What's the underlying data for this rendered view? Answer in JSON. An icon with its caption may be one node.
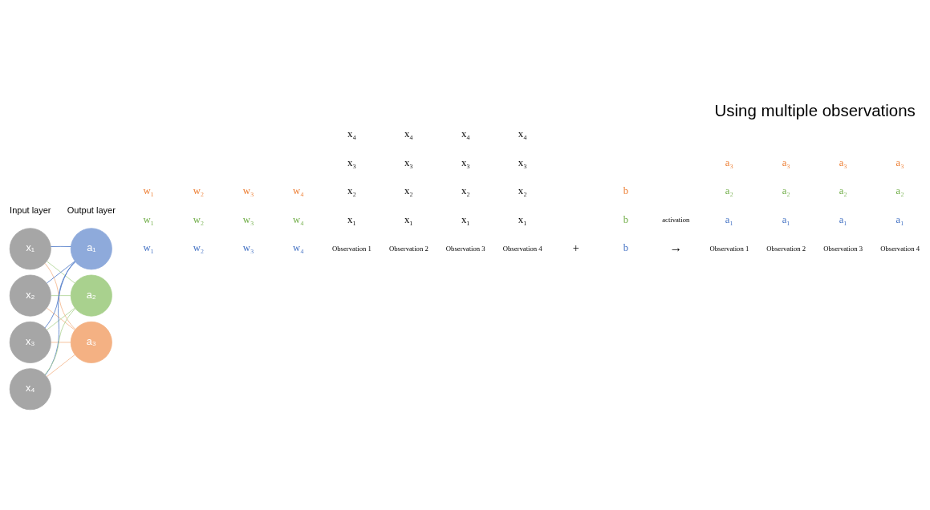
{
  "diagram": {
    "title": "Using multiple observations",
    "nodes": [
      {
        "text": [
          "x₁"
        ]
      },
      {
        "text": [
          "x₂"
        ]
      },
      {
        "text": [
          "x₃"
        ]
      },
      {
        "text": [
          "x₄"
        ]
      },
      {
        "text": [
          "a₁"
        ]
      },
      {
        "text": [
          "a₂"
        ]
      },
      {
        "text": [
          "a₃"
        ]
      }
    ],
    "edges": [
      {
        "from": 0,
        "to": 4,
        "arrow": "none",
        "color": "#4472c4"
      },
      {
        "from": 0,
        "to": 5,
        "arrow": "none",
        "color": "#a9d18e"
      },
      {
        "from": 0,
        "to": 6,
        "arrow": "none",
        "color": "#f4b183"
      },
      {
        "from": 1,
        "to": 4,
        "arrow": "none",
        "color": "#4472c4"
      },
      {
        "from": 1,
        "to": 5,
        "arrow": "none",
        "color": "#a9d18e"
      },
      {
        "from": 1,
        "to": 6,
        "arrow": "none",
        "color": "#f4b183"
      },
      {
        "from": 2,
        "to": 4,
        "arrow": "none",
        "color": "#4472c4"
      },
      {
        "from": 2,
        "to": 5,
        "arrow": "none",
        "color": "#a9d18e"
      },
      {
        "from": 2,
        "to": 6,
        "arrow": "none",
        "color": "#f4b183"
      },
      {
        "from": 3,
        "to": 4,
        "arrow": "none",
        "color": "#4472c4"
      },
      {
        "from": 3,
        "to": 5,
        "arrow": "none",
        "color": "#a9d18e"
      },
      {
        "from": 3,
        "to": 6,
        "arrow": "none",
        "color": "#f4b183"
      }
    ],
    "labels": [
      "Input layer",
      "Output layer",
      "Observation 1",
      "Observation 2",
      "Observation 3",
      "Observation 4",
      "w₁",
      "w₂",
      "w₃",
      "w₄",
      "w₁",
      "w₂",
      "w₃",
      "w₄",
      "w₁",
      "w₂",
      "w₃",
      "w₄",
      "x₁",
      "x₁",
      "x₁",
      "x₁",
      "x₂",
      "x₂",
      "x₂",
      "x₂",
      "x₃",
      "x₃",
      "x₃",
      "x₃",
      "x₄",
      "x₄",
      "x₄",
      "x₄",
      "+",
      "b",
      "b",
      "b",
      "→",
      "activation",
      "Observation 1",
      "Observation 2",
      "Observation 3",
      "Observation 4",
      "a₁",
      "a₁",
      "a₁",
      "a₁",
      "a₂",
      "a₂",
      "a₂",
      "a₂",
      "a₃",
      "a₃",
      "a₃",
      "a₃"
    ]
  }
}
